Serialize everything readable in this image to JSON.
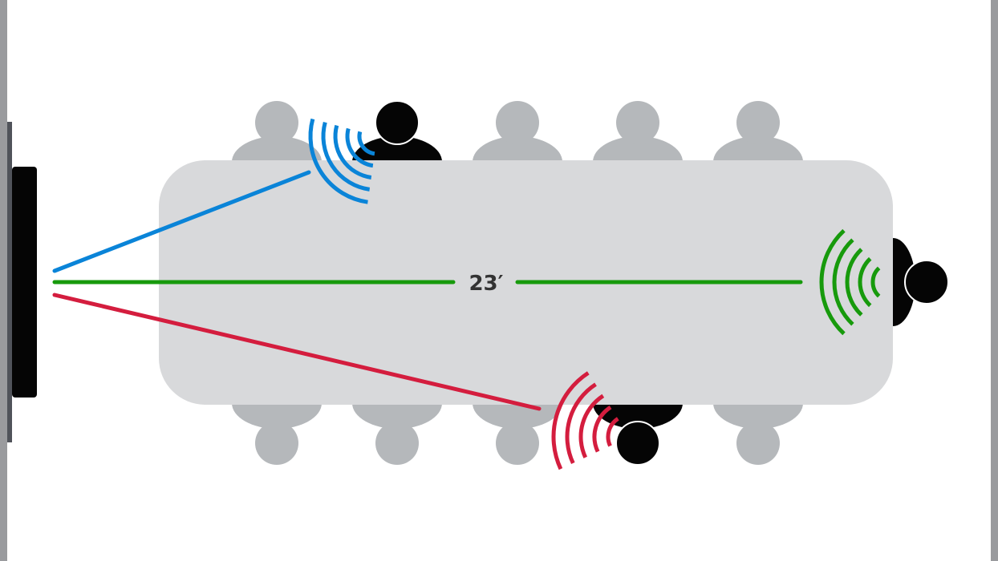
{
  "diagram": {
    "distance_label": "23′",
    "colors": {
      "blue": "#0a84d8",
      "green": "#179a0c",
      "red": "#d41d3e",
      "table": "#d8d9db",
      "person_idle": "#b5b8bb",
      "person_active": "#050505",
      "wall": "#9a9b9e",
      "screen": "#050505"
    },
    "seats_top": [
      "idle",
      "active",
      "idle",
      "idle",
      "idle"
    ],
    "seats_bottom": [
      "idle",
      "idle",
      "idle",
      "active",
      "idle"
    ],
    "head_seat": "active"
  }
}
